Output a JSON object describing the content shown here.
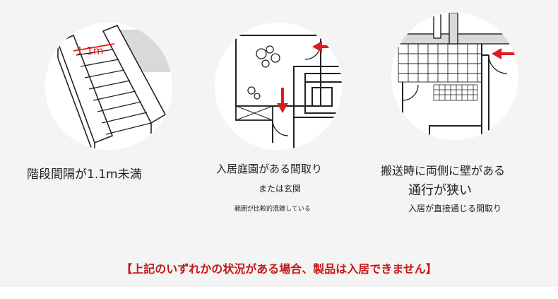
{
  "case1": {
    "dimension_label": "1.1m",
    "caption": "階段間隔が1.1m未満"
  },
  "case2": {
    "caption": "入居庭園がある間取り",
    "subcaption": "または玄関",
    "note": "範囲が比較的混雑している"
  },
  "case3": {
    "caption_line1": "搬送時に両側に壁がある",
    "caption_line2": "通行が狭い",
    "caption_line3": "入居が直接通じる間取り"
  },
  "notice": "【上記のいずれかの状況がある場合、製品は入居できません】",
  "colors": {
    "arrow": "#e01b1b",
    "notice": "#c41818",
    "line": "#222222",
    "panel_bg": "#f4f4f4"
  }
}
